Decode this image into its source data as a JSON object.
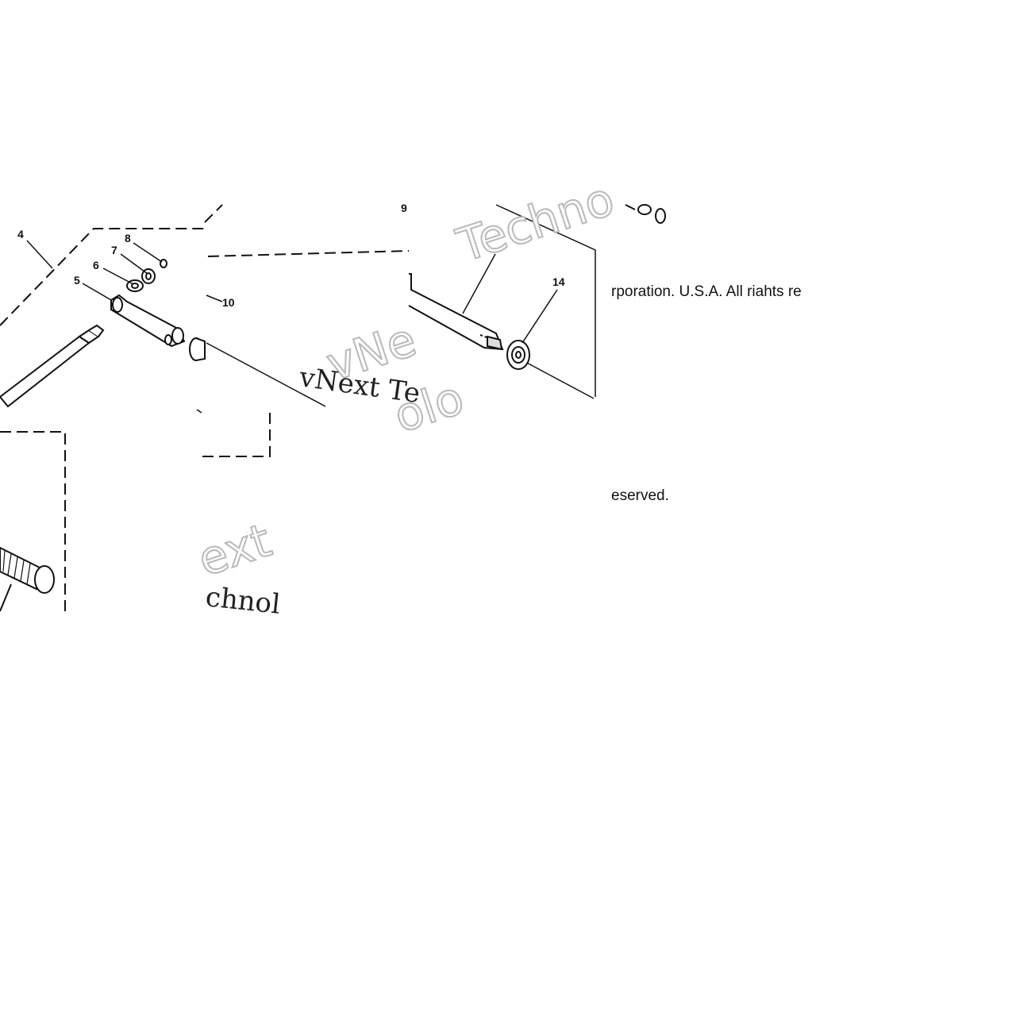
{
  "diagram": {
    "callouts": [
      "4",
      "8",
      "7",
      "6",
      "5",
      "10",
      "9",
      "14"
    ],
    "copyright_line_1": "rporation. U.S.A. All riahts re",
    "copyright_line_2": "eserved.",
    "watermarks": {
      "techno": "Techno",
      "vnext_top": "vNe",
      "vnext_tech": "vNext Te",
      "olo": "olo",
      "ext": "ext",
      "chnol": "chnol"
    }
  }
}
